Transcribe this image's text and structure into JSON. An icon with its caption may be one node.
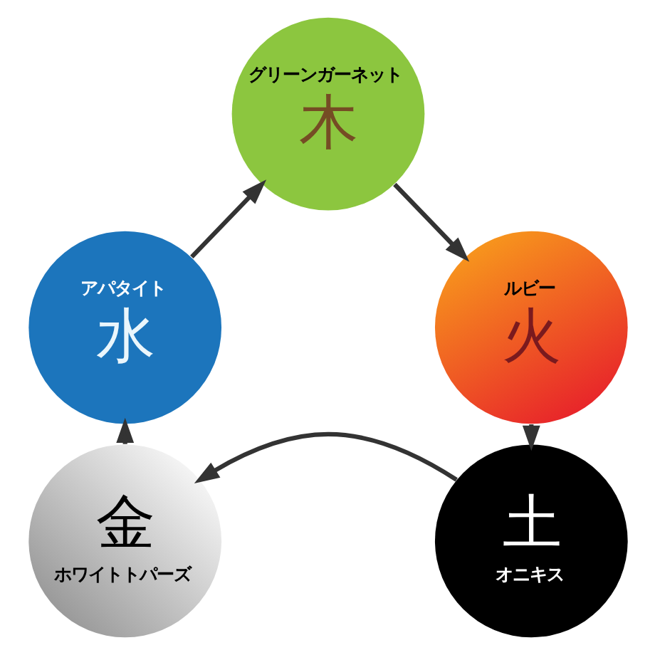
{
  "diagram": {
    "nodes": [
      {
        "text": [
          "グリーンガーネット",
          "木"
        ]
      },
      {
        "text": [
          "アパタイト",
          "水"
        ]
      },
      {
        "text": [
          "ルビー",
          "火"
        ]
      },
      {
        "text": [
          "金",
          "ホワイトトパーズ"
        ]
      },
      {
        "text": [
          "土",
          "オニキス"
        ]
      }
    ],
    "edges": [
      {
        "from": 0,
        "to": 2,
        "arrow": "to"
      },
      {
        "from": 2,
        "to": 4,
        "arrow": "to"
      },
      {
        "from": 4,
        "to": 3,
        "arrow": "to"
      },
      {
        "from": 3,
        "to": 1,
        "arrow": "to"
      },
      {
        "from": 1,
        "to": 0,
        "arrow": "to"
      }
    ]
  }
}
